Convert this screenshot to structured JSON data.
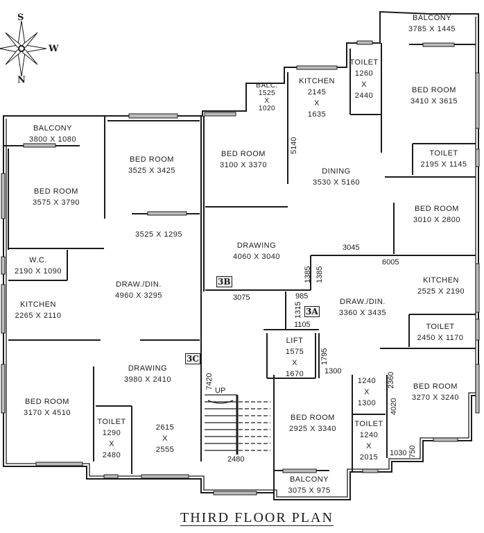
{
  "title": "THIRD FLOOR PLAN",
  "compass": {
    "top": "S",
    "right": "W",
    "bottom": "N"
  },
  "flat_tags": {
    "a": "3A",
    "b": "3B",
    "c": "3C"
  },
  "rooms": [
    {
      "name": "BALCONY",
      "size": "3785 X 1445"
    },
    {
      "name": "TOILET",
      "size": "1260\nX\n2440"
    },
    {
      "name": "KITCHEN",
      "size": "2145\nX\n1635"
    },
    {
      "name": "BALC.",
      "size": "1525\nX\n1020"
    },
    {
      "name": "BED ROOM",
      "size": "3410 X 3615"
    },
    {
      "name": "BALCONY",
      "size": "3800 X 1080"
    },
    {
      "name": "BED ROOM",
      "size": "3525 X 3425"
    },
    {
      "name": "BED ROOM",
      "size": "3100 X 3370"
    },
    {
      "name": "TOILET",
      "size": "2195 X 1145"
    },
    {
      "name": "DINING",
      "size": "3530 X 5160"
    },
    {
      "name": "BED ROOM",
      "size": "3575 X 3790"
    },
    {
      "name": "",
      "size": "3525 X 1295"
    },
    {
      "name": "BED ROOM",
      "size": "3010 X 2800"
    },
    {
      "name": "DRAWING",
      "size": "4060 X 3040"
    },
    {
      "name": "W.C.",
      "size": "2190 X 1090"
    },
    {
      "name": "KITCHEN",
      "size": "2525 X 2190"
    },
    {
      "name": "DRAW./DIN.",
      "size": "4960 X 3295"
    },
    {
      "name": "DRAW./DIN.",
      "size": "3360 X 3435"
    },
    {
      "name": "KITCHEN",
      "size": "2265 X 2110"
    },
    {
      "name": "TOILET",
      "size": "2450 X 1170"
    },
    {
      "name": "LIFT",
      "size": "1575\nX\n1670"
    },
    {
      "name": "DRAWING",
      "size": "3980 X 2410"
    },
    {
      "name": "",
      "size": "1240\nX\n1300"
    },
    {
      "name": "BED ROOM",
      "size": "3270 X 3240"
    },
    {
      "name": "BED ROOM",
      "size": "3170 X 4510"
    },
    {
      "name": "BED ROOM",
      "size": "2925 X 3340"
    },
    {
      "name": "TOILET",
      "size": "1290\nX\n2480"
    },
    {
      "name": "",
      "size": "2615\nX\n2555"
    },
    {
      "name": "TOILET",
      "size": "1240\nX\n2015"
    },
    {
      "name": "BALCONY",
      "size": "3075 X 975"
    }
  ],
  "dimensions": {
    "d5140": "5140",
    "d3045": "3045",
    "d6005": "6005",
    "d1385a": "1385",
    "d1385b": "1385",
    "d3075": "3075",
    "d985": "985",
    "d1315": "1315",
    "d1105": "1105",
    "d1795": "1795",
    "d1300": "1300",
    "d2360": "2360",
    "d4020": "4020",
    "d7420": "7420",
    "up": "UP",
    "d2480": "2480",
    "d1030": "1030",
    "d750": "750"
  }
}
